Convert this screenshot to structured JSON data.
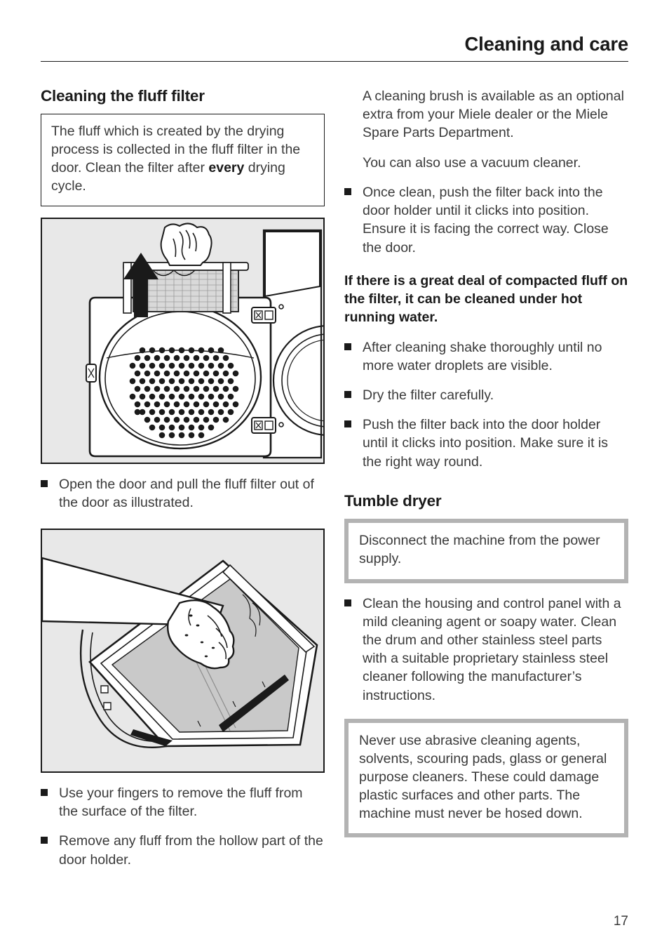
{
  "header": {
    "title": "Cleaning and care"
  },
  "left_column": {
    "heading": "Cleaning the fluff filter",
    "note": {
      "text_before_bold": "The fluff which is created by the drying process is collected in the fluff filter in the door. Clean the filter after ",
      "bold": "every",
      "text_after_bold": " drying cycle."
    },
    "figure_1": {
      "caption": "dryer-door-fluff-filter-removal",
      "alt": "Illustration: hand pulling the fluff filter upward out of the open dryer door, black arrow pointing up"
    },
    "bullet_1": "Open the door and pull the fluff filter out of the door as illustrated.",
    "figure_2": {
      "caption": "hand-wiping-fluff-filter-surface",
      "alt": "Illustration: hand removing fluff from the surface of the filter in the door holder"
    },
    "bullet_2": "Use your fingers to remove the fluff from the surface of the filter.",
    "bullet_3": "Remove any fluff from the hollow part of the door holder."
  },
  "right_column": {
    "para_1": "A cleaning brush is available as an optional extra from your Miele dealer or the Miele Spare Parts Department.",
    "para_2": "You can also use a vacuum cleaner.",
    "bullet_1": "Once clean, push the filter back into the door holder until it clicks into position. Ensure it is facing the correct way. Close the door.",
    "emphasis": "If there is a great deal of compacted fluff on the filter, it can be cleaned under hot running water.",
    "bullet_2": "After cleaning shake thoroughly until no more water droplets are visible.",
    "bullet_3": "Dry the filter carefully.",
    "bullet_4": "Push the filter back into the door holder until it clicks into position. Make sure it is the right way round.",
    "heading_2": "Tumble dryer",
    "warning_1": "Disconnect the machine from the power supply.",
    "bullet_5": "Clean the housing and control panel with a mild cleaning agent or soapy water. Clean the drum and other stainless steel parts with a suitable proprietary stainless steel cleaner following the manufacturer’s instructions.",
    "warning_2": "Never use abrasive cleaning agents, solvents, scouring pads, glass or general purpose cleaners. These could damage plastic surfaces and other parts. The machine must never be hosed down."
  },
  "footer": {
    "page_number": "17"
  },
  "colors": {
    "text": "#3a3a3a",
    "heading": "#1a1a1a",
    "figure_background": "#e8e8e8",
    "warning_border": "#b3b3b3",
    "rule": "#1a1a1a"
  }
}
